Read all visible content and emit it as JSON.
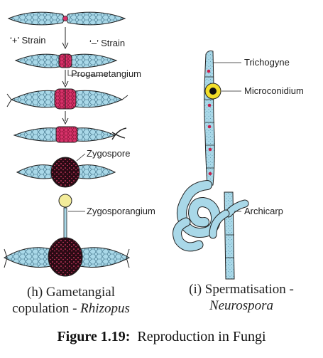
{
  "panel_h": {
    "labels": {
      "plus_strain": "‘+’ Strain",
      "minus_strain": "‘–’ Strain",
      "progametangium": "Progametangium",
      "zygospore": "Zygospore",
      "zygosporangium": "Zygosporangium"
    },
    "caption_line1": "(h) Gametangial",
    "caption_line2_prefix": "copulation - ",
    "caption_line2_italic": "Rhizopus"
  },
  "panel_i": {
    "labels": {
      "trichogyne": "Trichogyne",
      "microconidium": "Microconidium",
      "archicarp": "Archicarp"
    },
    "caption_line1": "(i) Spermatisation -",
    "caption_line2_italic": "Neurospora"
  },
  "figure": {
    "number": "Figure 1.19:",
    "title": "Reproduction in Fungi"
  },
  "colors": {
    "hypha_fill": "#a9d8e8",
    "hypha_dark": "#6fb6cf",
    "gametangium": "#d8326a",
    "zygospore": "#2a0a14",
    "zygospore_dots": "#e0406a",
    "sporangium_head": "#f3ec9a",
    "microconidium_ring": "#f2df2a",
    "spermatia_dot": "#c8204a",
    "line": "#222222"
  }
}
